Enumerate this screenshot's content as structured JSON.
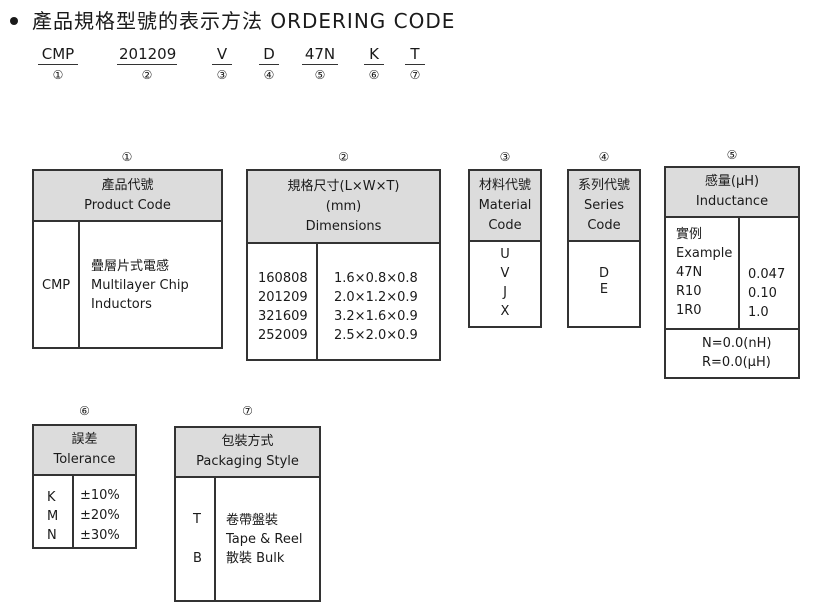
{
  "heading": {
    "text": "產品規格型號的表示方法 ORDERING CODE"
  },
  "code_parts": [
    {
      "seg": "CMP",
      "num": "①"
    },
    {
      "seg": "201209",
      "num": "②"
    },
    {
      "seg": "V",
      "num": "③"
    },
    {
      "seg": "D",
      "num": "④"
    },
    {
      "seg": "47N",
      "num": "⑤"
    },
    {
      "seg": "K",
      "num": "⑥"
    },
    {
      "seg": "T",
      "num": "⑦"
    }
  ],
  "product_code": {
    "num": "①",
    "header_zh": "產品代號",
    "header_en": "Product Code",
    "code": "CMP",
    "desc_zh": "疊層片式電感",
    "desc_en1": "Multilayer Chip",
    "desc_en2": "Inductors"
  },
  "dimensions": {
    "num": "②",
    "header_l1": "規格尺寸(L×W×T)",
    "header_l2": "(mm)",
    "header_l3": "Dimensions",
    "rows": [
      {
        "code": "160808",
        "size": "1.6×0.8×0.8"
      },
      {
        "code": "201209",
        "size": "2.0×1.2×0.9"
      },
      {
        "code": "321609",
        "size": "3.2×1.6×0.9"
      },
      {
        "code": "252009",
        "size": "2.5×2.0×0.9"
      }
    ]
  },
  "material": {
    "num": "③",
    "header_l1": "材料代號",
    "header_l2": "Material",
    "header_l3": "Code",
    "values": [
      "U",
      "V",
      "J",
      "X"
    ]
  },
  "series": {
    "num": "④",
    "header_l1": "系列代號",
    "header_l2": "Series",
    "header_l3": "Code",
    "values": [
      "D",
      "E"
    ]
  },
  "inductance": {
    "num": "⑤",
    "header_l1": "感量(μH)",
    "header_l2": "Inductance",
    "example_zh": "實例",
    "example_en": "Example",
    "rows": [
      {
        "code": "47N",
        "value": "0.047"
      },
      {
        "code": "R10",
        "value": "0.10"
      },
      {
        "code": "1R0",
        "value": "1.0"
      }
    ],
    "note1": "N=0.0(nH)",
    "note2": "R=0.0(μH)"
  },
  "tolerance": {
    "num": "⑥",
    "header_zh": "誤差",
    "header_en": "Tolerance",
    "rows": [
      {
        "code": "K",
        "value": "±10%"
      },
      {
        "code": "M",
        "value": "±20%"
      },
      {
        "code": "N",
        "value": "±30%"
      }
    ]
  },
  "packaging": {
    "num": "⑦",
    "header_zh": "包裝方式",
    "header_en": "Packaging Style",
    "t_code": "T",
    "t_zh": "卷帶盤裝",
    "t_en": "Tape & Reel",
    "b_code": "B",
    "b_text": "散裝 Bulk"
  }
}
